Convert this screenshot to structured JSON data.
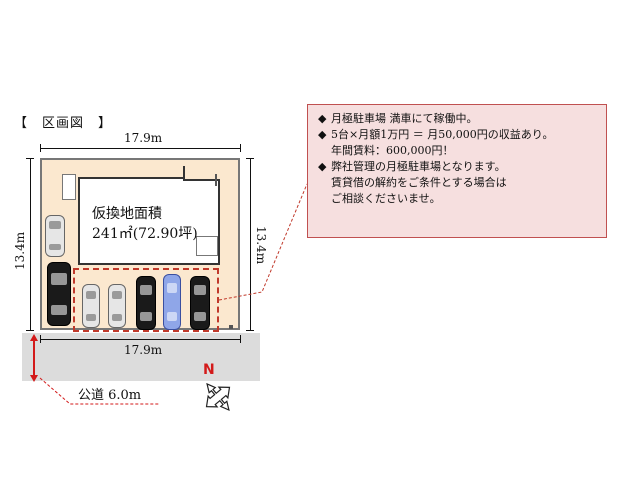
{
  "title": "【　区画図　】",
  "dimensions": {
    "top_width": "17.9m",
    "bottom_width": "17.9m",
    "left_height": "13.4m",
    "right_height": "13.4m"
  },
  "lot": {
    "area_title": "仮換地面積",
    "area_value": "241㎡(72.90坪)"
  },
  "parking": {
    "cars": [
      {
        "color": "white"
      },
      {
        "color": "black"
      },
      {
        "color": "white"
      },
      {
        "color": "white"
      },
      {
        "color": "black"
      },
      {
        "color": "blue"
      },
      {
        "color": "black"
      }
    ]
  },
  "road": {
    "label": "公道 6.0m"
  },
  "compass": {
    "north": "N"
  },
  "info": {
    "bullet": "◆",
    "line1": "月極駐車場 満車にて稼働中。",
    "line2": "5台×月額1万円 ＝ 月50,000円の収益あり。",
    "line3": "年間賃料：600,000円！",
    "line4": "弊社管理の月極駐車場となります。",
    "line5": "賃貸借の解約をご条件とする場合は",
    "line6": "ご相談くださいませ。"
  },
  "colors": {
    "lot_fill": "#fbe8cf",
    "accent_red": "#d31a1a",
    "info_fill": "#f6dfdf",
    "road_fill": "#dcdcdc"
  }
}
